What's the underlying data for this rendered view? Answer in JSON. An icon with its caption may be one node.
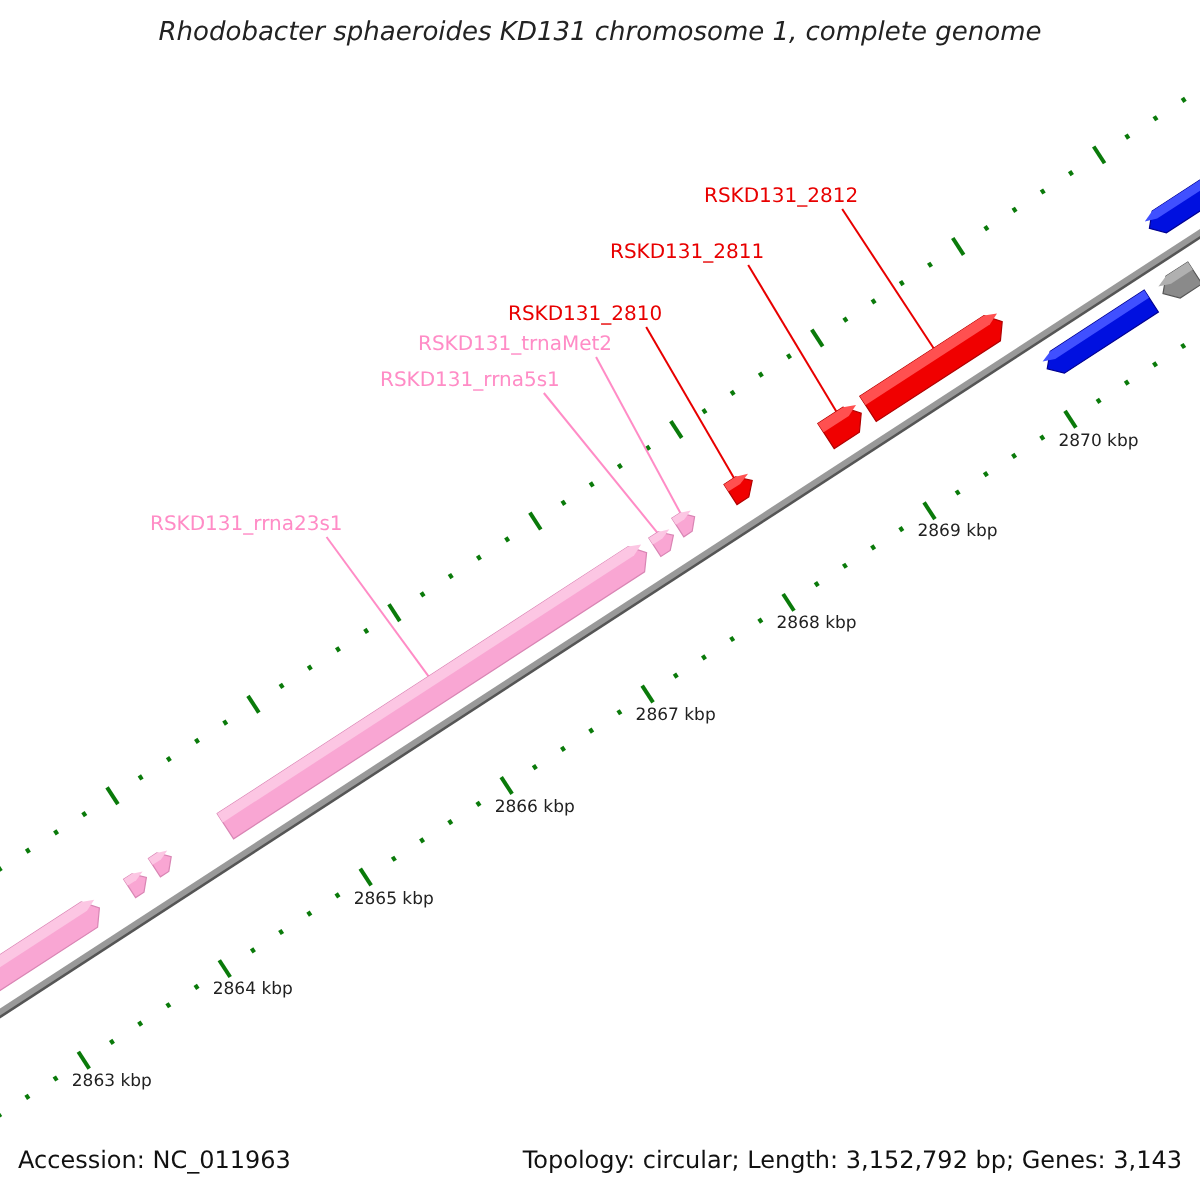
{
  "diagram": {
    "title": "Rhodobacter sphaeroides KD131 chromosome 1, complete genome",
    "nodes": [
      {
        "text": [
          "RSKD131_2812"
        ]
      },
      {
        "text": [
          "RSKD131_2811"
        ]
      },
      {
        "text": [
          "RSKD131_2810"
        ]
      },
      {
        "text": [
          "RSKD131_trnaMet2"
        ]
      },
      {
        "text": [
          "RSKD131_rrna5s1"
        ]
      },
      {
        "text": [
          "RSKD131_rrna23s1"
        ]
      },
      {
        "text": [],
        "shape": "arrow"
      },
      {
        "text": [],
        "shape": "arrow"
      },
      {
        "text": [],
        "shape": "arrow"
      },
      {
        "text": [],
        "shape": "arrow"
      },
      {
        "text": [],
        "shape": "arrow"
      },
      {
        "text": [],
        "shape": "arrow"
      },
      {
        "text": [],
        "shape": "arrow"
      },
      {
        "text": [],
        "shape": "arrow"
      },
      {
        "text": [],
        "shape": "arrow"
      },
      {
        "text": [],
        "shape": "arrow"
      },
      {
        "text": [],
        "shape": "arrow"
      },
      {
        "text": [],
        "shape": "arrow"
      }
    ],
    "edges": [
      {
        "from": 0,
        "to": 14,
        "arrow": "none"
      },
      {
        "from": 1,
        "to": 13,
        "arrow": "none"
      },
      {
        "from": 2,
        "to": 12,
        "arrow": "none"
      },
      {
        "from": 3,
        "to": 11,
        "arrow": "none",
        "color": "#ff8cc6"
      },
      {
        "from": 4,
        "to": 10,
        "arrow": "none",
        "color": "#ff8cc6"
      },
      {
        "from": 5,
        "to": 9,
        "arrow": "none",
        "color": "#ff8cc6"
      }
    ],
    "labels": [
      "2870 kbp",
      "2869 kbp",
      "2868 kbp",
      "2867 kbp",
      "2866 kbp",
      "2865 kbp",
      "2864 kbp",
      "2863 kbp",
      "Accession: NC_011963",
      "Topology: circular; Length: 3,152,792 bp; Genes: 3,143"
    ]
  }
}
